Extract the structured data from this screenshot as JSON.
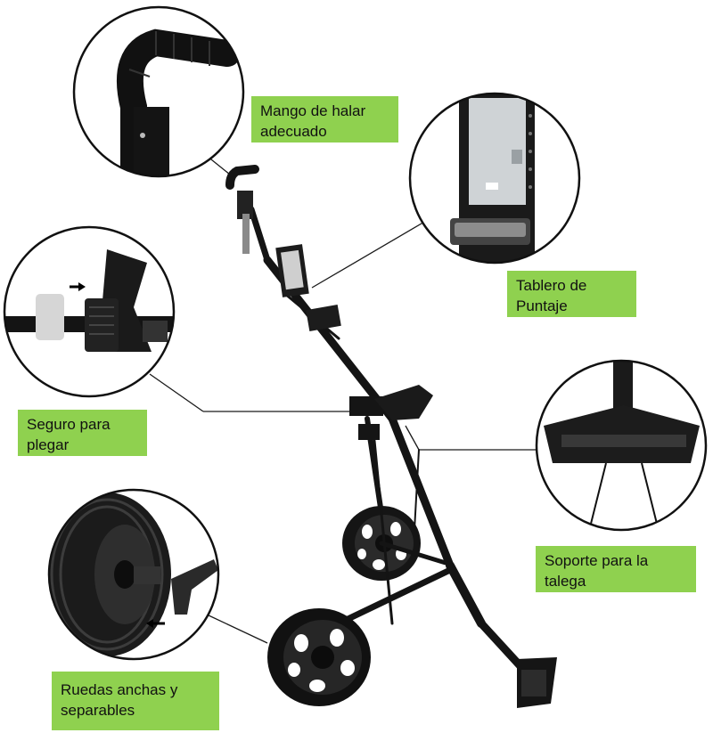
{
  "colors": {
    "label_background": "#8fd14f",
    "frame": "#141414",
    "leader_line": "#1a1a1a"
  },
  "callouts": [
    {
      "id": "handle",
      "lines": [
        "Mango de halar",
        "adecuado"
      ],
      "detail_icon": "handle-grip-icon"
    },
    {
      "id": "scorecard",
      "lines": [
        "Tablero de",
        "Puntaje"
      ],
      "detail_icon": "scorecard-holder-icon"
    },
    {
      "id": "fold-lock",
      "lines": [
        "Seguro para",
        "plegar"
      ],
      "detail_icon": "folding-lock-icon"
    },
    {
      "id": "bag-support",
      "lines": [
        "Soporte para la",
        "talega"
      ],
      "detail_icon": "bag-support-icon"
    },
    {
      "id": "wheels",
      "lines": [
        "Ruedas anchas y",
        "separables"
      ],
      "detail_icon": "wheel-icon"
    }
  ]
}
